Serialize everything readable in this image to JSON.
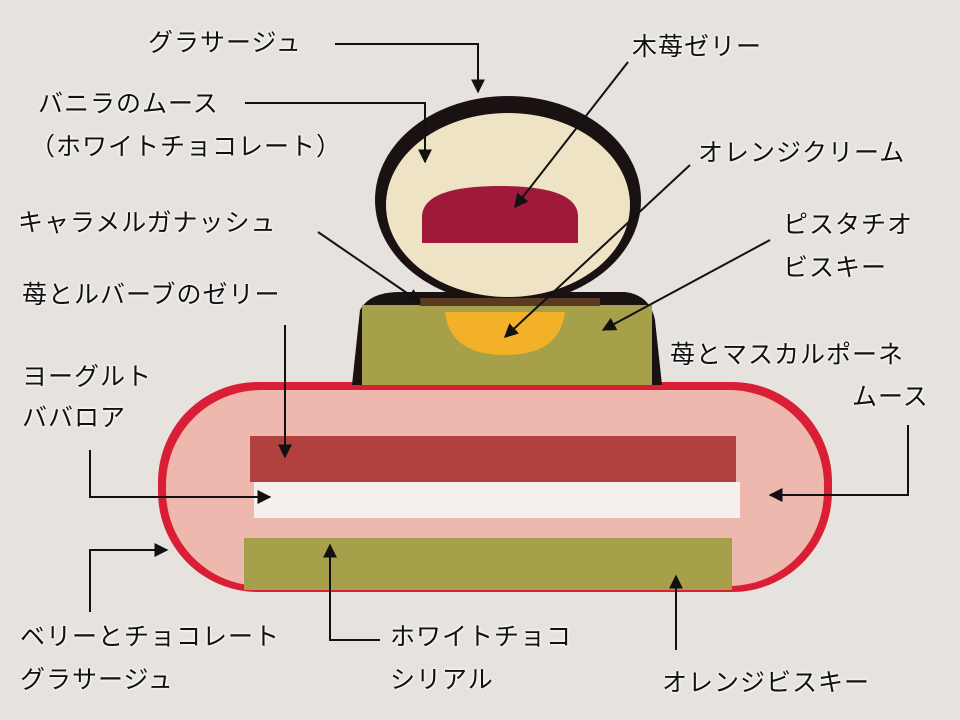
{
  "labels": {
    "glacage": "グラサージュ",
    "raspberry_jelly": "木苺ゼリー",
    "vanilla_mousse_1": "バニラのムース",
    "vanilla_mousse_2": "（ホワイトチョコレート）",
    "orange_cream": "オレンジクリーム",
    "caramel_ganache": "キャラメルガナッシュ",
    "pistachio_1": "ピスタチオ",
    "pistachio_2": "ビスキー",
    "rhubarb_jelly": "苺とルバーブのゼリー",
    "mascarpone_1": "苺とマスカルポーネ",
    "mascarpone_2": "ムース",
    "yogurt_1": "ヨーグルト",
    "yogurt_2": "ババロア",
    "berry_glacage_1": "ベリーとチョコレート",
    "berry_glacage_2": "グラサージュ",
    "cereal_1": "ホワイトチョコ",
    "cereal_2": "シリアル",
    "orange_biscuit": "オレンジビスキー"
  },
  "colors": {
    "background": "#e6e3df",
    "glaze_dark": "#1a1212",
    "vanilla": "#efe3c6",
    "raspberry": "#a0183a",
    "pistachio": "#a7a04a",
    "orange_cream": "#f3b12a",
    "pink_mousse": "#efb8ae",
    "red_glaze": "#d91e35",
    "rhubarb": "#b2403f",
    "yogurt": "#f5efee"
  }
}
